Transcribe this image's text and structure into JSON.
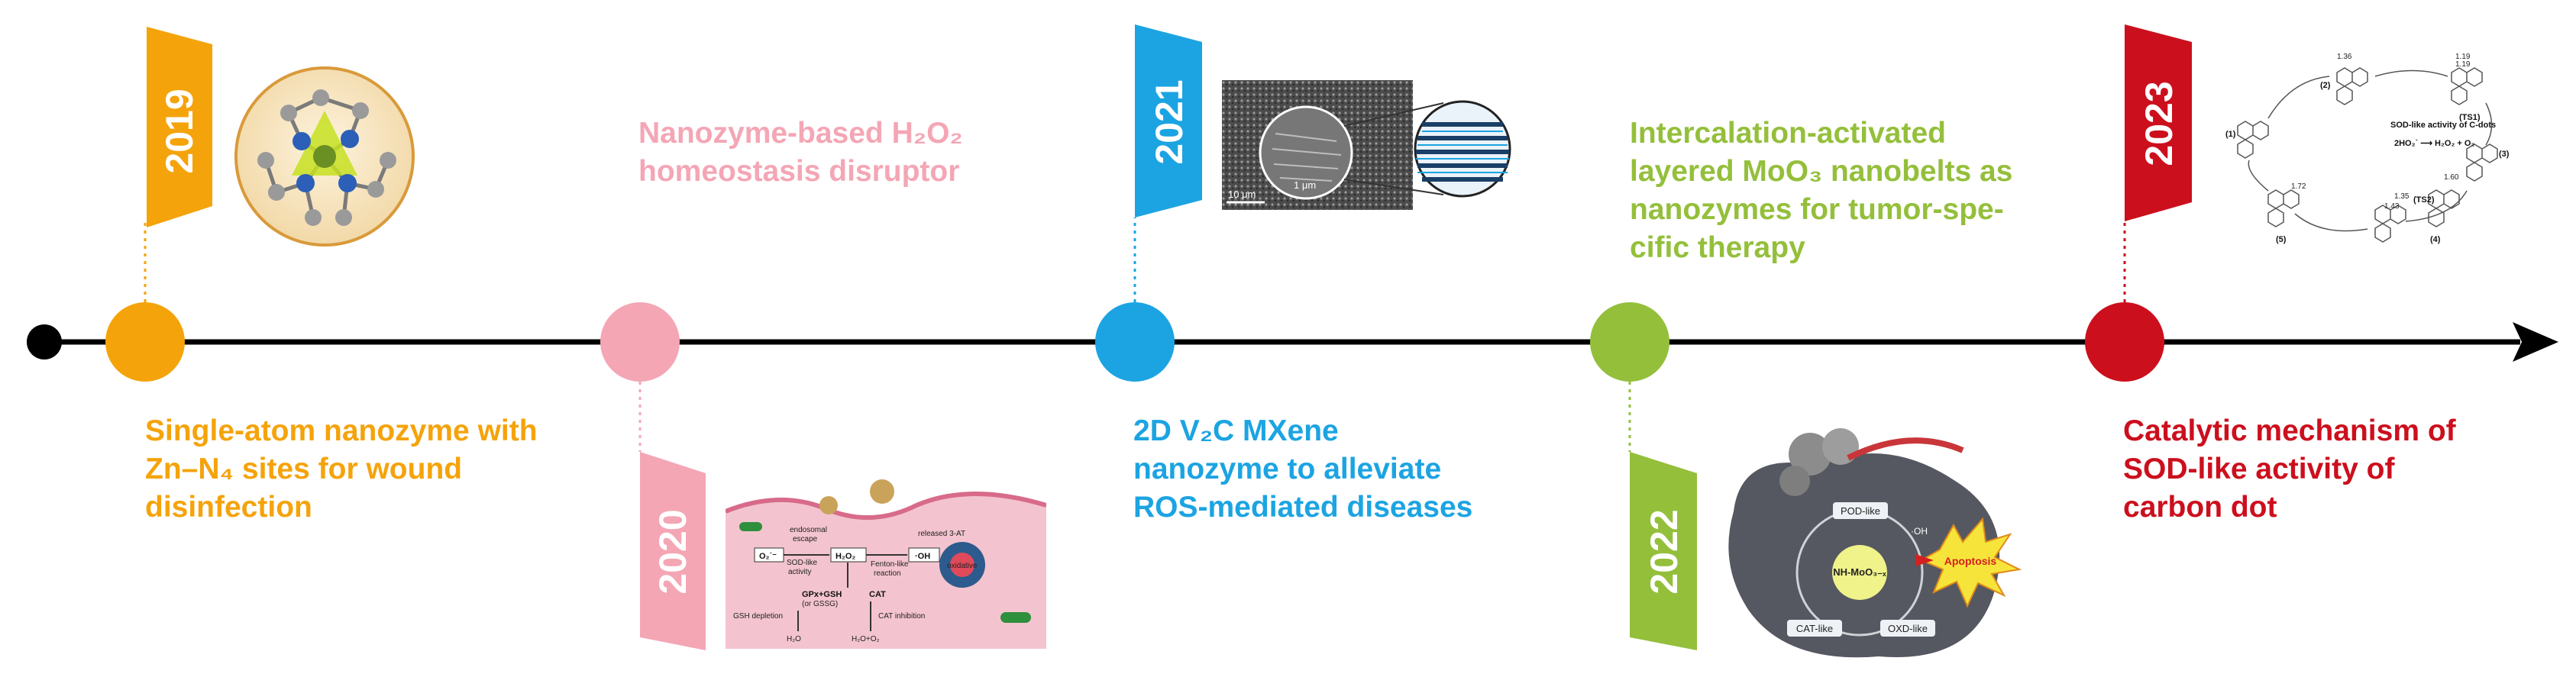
{
  "timeline": {
    "colors": {
      "axis": "#000000",
      "y2019": "#f5a30b",
      "y2020": "#f4a6b5",
      "y2021": "#1ca4e2",
      "y2022": "#94bf3b",
      "y2023": "#cc0f1d"
    },
    "events": [
      {
        "year": "2019",
        "color": "#f5a30b",
        "caption": [
          "Single-atom nanozyme with",
          "Zn–N₄ sites  for wound",
          "disinfection"
        ]
      },
      {
        "year": "2020",
        "color": "#f4a6b5",
        "caption": [
          "Nanozyme-based H₂O₂",
          "homeostasis disruptor"
        ]
      },
      {
        "year": "2021",
        "color": "#1ca4e2",
        "caption": [
          "2D V₂C MXene",
          "nanozyme to alleviate",
          "ROS-mediated diseases"
        ]
      },
      {
        "year": "2022",
        "color": "#94bf3b",
        "caption": [
          "Intercalation-activated",
          "layered MoO₃ nanobelts as",
          "nanozymes for tumor-spe-",
          "cific therapy"
        ]
      },
      {
        "year": "2023",
        "color": "#cc0f1d",
        "caption": [
          "Catalytic mechanism of",
          "SOD-like activity of",
          "carbon dot"
        ]
      }
    ]
  },
  "panels": {
    "p2020": {
      "endosomal": "endosomal",
      "escape": "escape",
      "released": "released 3-AT",
      "o2": "O₂˙⁻",
      "sod": "SOD-like",
      "activity": "activity",
      "h2o2": "H₂O₂",
      "fenton": "Fenton-like",
      "reaction": "reaction",
      "oh": "·OH",
      "oxidative": "oxidative",
      "gpx": "GPx+GSH",
      "gssg": "(or GSSG)",
      "cat": "CAT",
      "depletion": "GSH depletion",
      "inhibition": "CAT inhibition",
      "h2o": "H₂O",
      "h2oo2": "H₂O+O₂"
    },
    "p2021": {
      "scale1": "10 μm",
      "scale2": "1 μm"
    },
    "p2022": {
      "pod": "POD-like",
      "center": "NH-MoO₃₋ₓ",
      "catlike": "CAT-like",
      "oxd": "OXD-like",
      "apoptosis": "Apoptosis",
      "oh": "·OH"
    },
    "p2023": {
      "title": "SOD-like activity of C-dots",
      "reaction": "2HO₂˙ ⟶ H₂O₂ + O₂",
      "ts1": "(TS1)",
      "ts2": "(TS2)",
      "l1": "(1)",
      "l2": "(2)",
      "l3": "(3)",
      "l4": "(4)",
      "l5": "(5)",
      "v1": "1.36",
      "v2": "1.19",
      "v3": "1.72",
      "v4": "1.35",
      "v5": "1.43",
      "v6": "1.60",
      "v7": "1.19"
    }
  }
}
